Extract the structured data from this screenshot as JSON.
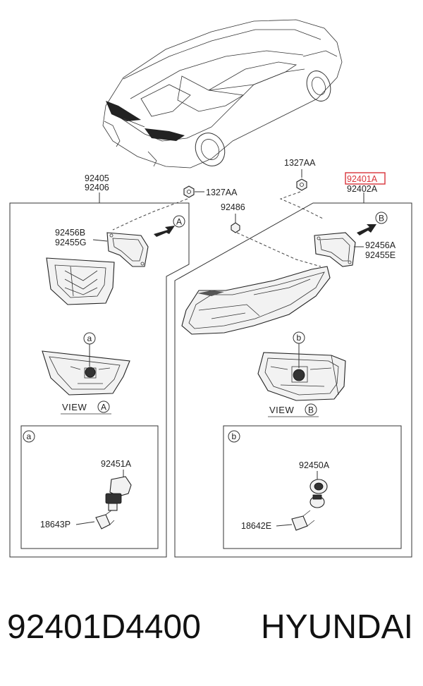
{
  "labels": {
    "left_assembly": [
      "92405",
      "92406"
    ],
    "right_assembly_highlight": "92401A",
    "right_assembly_second": "92402A",
    "nut_top_right": "1327AA",
    "nut_left": "1327AA",
    "screw": "92486",
    "gasket_left": [
      "92456B",
      "92455G"
    ],
    "gasket_right": [
      "92456A",
      "92455E"
    ],
    "socket_left": "92451A",
    "bulb_left": "18643P",
    "socket_right": "92450A",
    "bulb_right": "18642E"
  },
  "callouts": {
    "view_a_marker": "A",
    "view_b_marker": "B",
    "detail_a_marker": "a",
    "detail_b_marker": "b",
    "view_a_text": "VIEW",
    "view_b_text": "VIEW"
  },
  "footer": {
    "part_number": "92401D4400",
    "brand": "HYUNDAI"
  },
  "colors": {
    "highlight": "#d9343a"
  }
}
